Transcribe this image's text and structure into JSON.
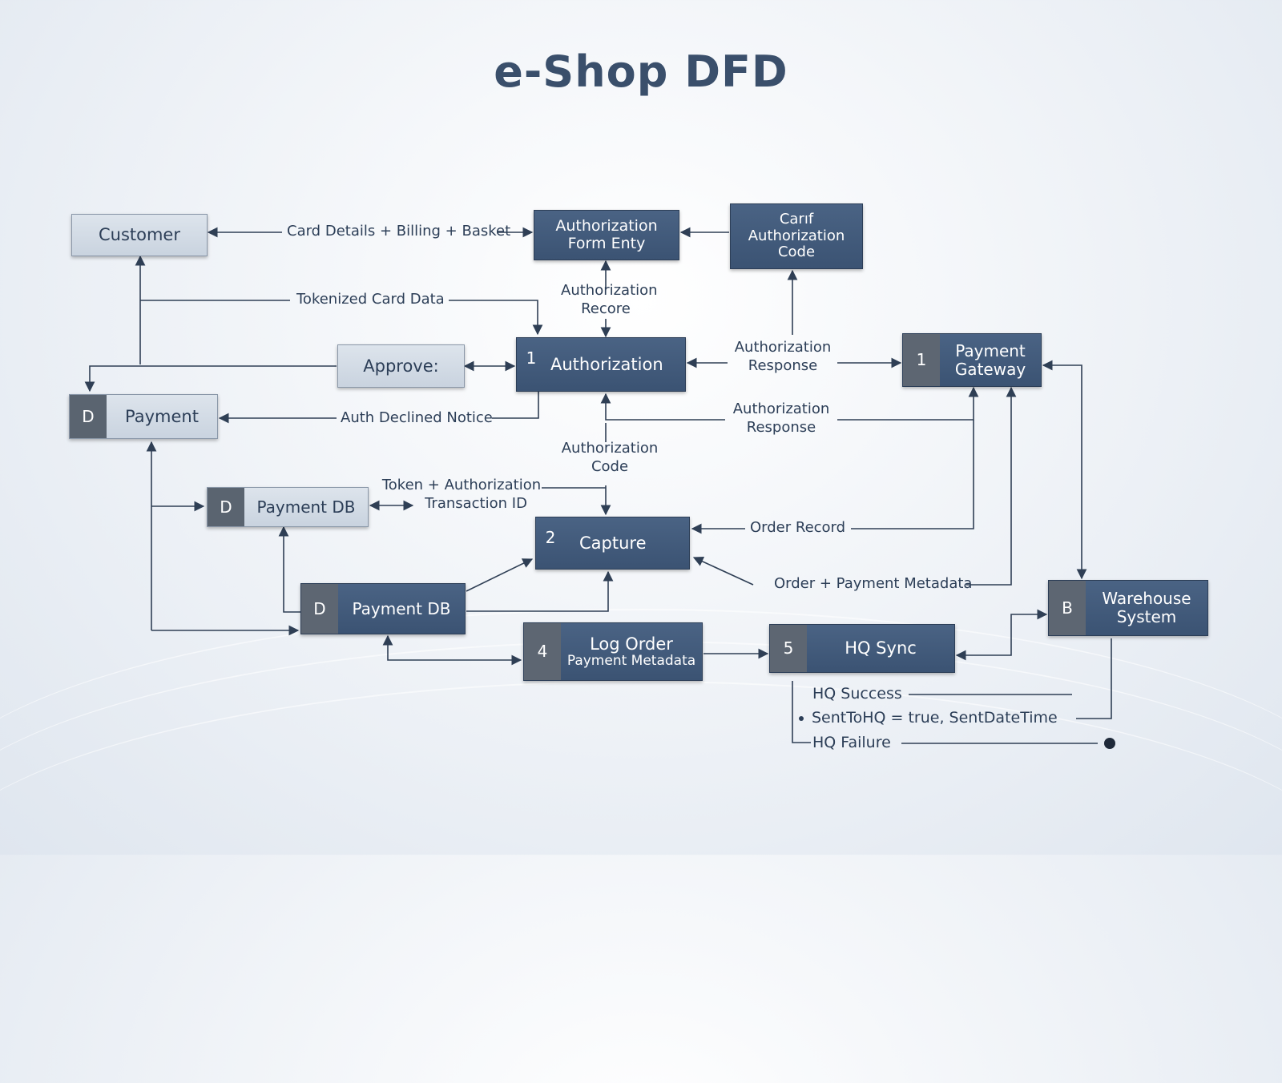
{
  "title": "e-Shop DFD",
  "nodes": {
    "customer": "Customer",
    "auth_form": {
      "line1": "Authorization",
      "line2": "Form Enty"
    },
    "card_auth_code": {
      "line1": "Carıf",
      "line2": "Authorization",
      "line3": "Code"
    },
    "authorization": {
      "index": "1",
      "label": "Authorization"
    },
    "approve": "Approve:",
    "payment_gateway": {
      "index": "1",
      "line1": "Payment",
      "line2": "Gateway"
    },
    "payment_store": {
      "index": "D",
      "label": "Payment"
    },
    "payment_db_light": {
      "index": "D",
      "label": "Payment DB"
    },
    "capture": {
      "index": "2",
      "label": "Capture"
    },
    "payment_db_dark": {
      "index": "D",
      "label": "Payment DB"
    },
    "log_order": {
      "index": "4",
      "line1": "Log Order",
      "line2": "Payment Metadata"
    },
    "hq_sync": {
      "index": "5",
      "label": "HQ Sync"
    },
    "warehouse": {
      "index": "B",
      "line1": "Warehouse",
      "line2": "System"
    }
  },
  "edge_labels": {
    "card_details": "Card Details + Billing + Basket",
    "tokenized": "Tokenized Card Data",
    "auth_record": {
      "line1": "Authorization",
      "line2": "Recore"
    },
    "auth_response_top": {
      "line1": "Authorization",
      "line2": "Response"
    },
    "auth_response_mid": {
      "line1": "Authorization",
      "line2": "Response"
    },
    "auth_declined": "Auth Declined Notice",
    "auth_code": {
      "line1": "Authorization",
      "line2": "Code"
    },
    "token_txn": {
      "line1": "Token + Authorization",
      "line2": "Transaction ID"
    },
    "order_record": "Order Record",
    "order_metadata": "Order + Payment Metadata",
    "hq_success": "HQ Success",
    "sent_to_hq": "SentToHQ = true, SentDateTime",
    "hq_failure": "HQ Failure"
  }
}
